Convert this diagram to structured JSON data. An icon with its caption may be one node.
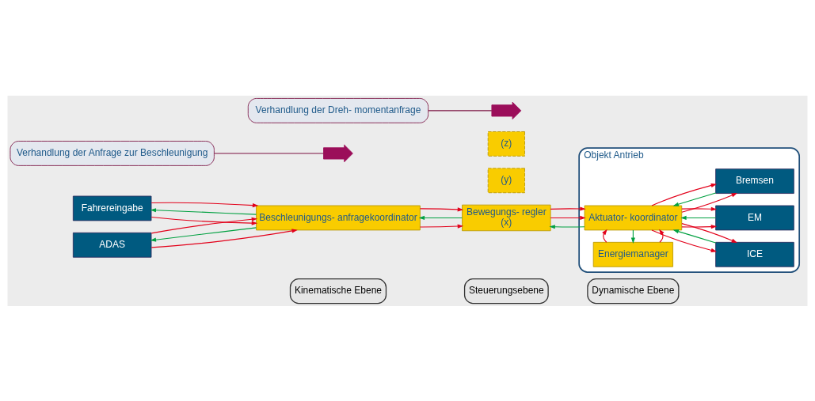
{
  "diagram": {
    "nodes": [
      {
        "text": [
          "Kinematische Ebene"
        ]
      },
      {
        "text": [
          "Steuerungsebene"
        ]
      },
      {
        "text": [
          "Dynamische Ebene"
        ]
      },
      {
        "text": [
          "Fahrereingabe"
        ]
      },
      {
        "text": [
          "ADAS"
        ]
      },
      {
        "text": [
          "Beschleunigungs- anfragekoordinator"
        ]
      },
      {
        "text": [
          "Bewegungs- regler",
          "(x)"
        ]
      },
      {
        "text": [
          "(y)"
        ]
      },
      {
        "text": [
          "(z)"
        ]
      },
      {
        "text": [
          "Objekt Antrieb"
        ]
      },
      {
        "text": [
          "Energiemanager"
        ],
        "in": 9
      },
      {
        "text": [
          "Aktuator- koordinator"
        ],
        "in": 9
      },
      {
        "text": [
          "ICE"
        ],
        "in": 9
      },
      {
        "text": [
          "EM"
        ],
        "in": 9
      },
      {
        "text": [
          "Bremsen"
        ],
        "in": 9
      },
      {
        "text": [],
        "shape": "arrow"
      },
      {
        "text": [],
        "shape": "arrow"
      },
      {
        "text": [
          "Verhandlung der Anfrage zur Beschleunigung"
        ]
      },
      {
        "text": [
          "Verhandlung der Dreh- momentanfrage"
        ]
      }
    ],
    "edges": [
      {
        "from": 3,
        "to": 5,
        "arrow": "to"
      },
      {
        "from": 5,
        "to": 3,
        "arrow": "to",
        "color": "#00a040"
      },
      {
        "from": 3,
        "to": 5,
        "arrow": "to"
      },
      {
        "from": 4,
        "to": 5,
        "arrow": "to"
      },
      {
        "from": 5,
        "to": 4,
        "arrow": "to",
        "color": "#00a040"
      },
      {
        "from": 4,
        "to": 5,
        "arrow": "to"
      },
      {
        "from": 5,
        "to": 6,
        "arrow": "to"
      },
      {
        "from": 6,
        "to": 5,
        "arrow": "to",
        "color": "#00a040"
      },
      {
        "from": 5,
        "to": 6,
        "arrow": "to"
      },
      {
        "from": 6,
        "to": 11,
        "arrow": "to"
      },
      {
        "from": 11,
        "to": 6,
        "arrow": "to",
        "color": "#00a040"
      },
      {
        "from": 6,
        "to": 11,
        "arrow": "to"
      },
      {
        "from": 10,
        "to": 11,
        "arrow": "to"
      },
      {
        "from": 11,
        "to": 10,
        "arrow": "to",
        "color": "#00a040"
      },
      {
        "from": 10,
        "to": 11,
        "arrow": "to"
      },
      {
        "from": 11,
        "to": 12,
        "arrow": "to"
      },
      {
        "from": 12,
        "to": 11,
        "arrow": "to",
        "color": "#00a040"
      },
      {
        "from": 11,
        "to": 12,
        "arrow": "to"
      },
      {
        "from": 11,
        "to": 13,
        "arrow": "to"
      },
      {
        "from": 13,
        "to": 11,
        "arrow": "to",
        "color": "#00a040"
      },
      {
        "from": 11,
        "to": 13,
        "arrow": "to"
      },
      {
        "from": 11,
        "to": 14,
        "arrow": "to"
      },
      {
        "from": 14,
        "to": 11,
        "arrow": "to",
        "color": "#00a040"
      },
      {
        "from": 11,
        "to": 14,
        "arrow": "to"
      },
      {
        "from": 17,
        "to": 15,
        "arrow": "none",
        "color": "#7a1040"
      },
      {
        "from": 18,
        "to": 16,
        "arrow": "none",
        "color": "#7a1040"
      }
    ]
  }
}
